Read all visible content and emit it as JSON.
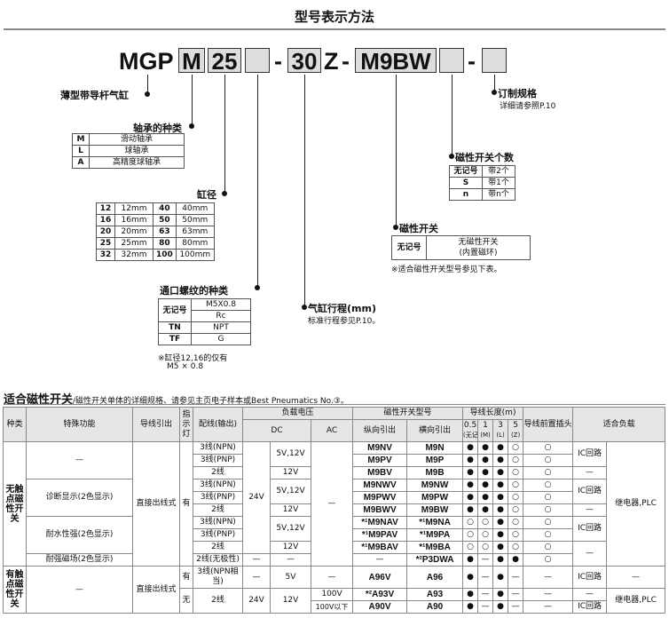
{
  "title": "型号表示方法",
  "code": {
    "prefix": "MGP",
    "bearing": "M",
    "bore": "25",
    "dash1": "-",
    "stroke": "30",
    "z": "Z",
    "dash2": "-",
    "switch": "M9BW",
    "dash3": "-"
  },
  "labels": {
    "series": "薄型带导杆气缸",
    "bearing_title": "轴承的种类",
    "bore_title": "缸径",
    "port_title": "通口螺纹的种类",
    "port_note1": "※缸径12,16的仅有",
    "port_note2": "M5 × 0.8",
    "stroke_title": "气缸行程(mm)",
    "stroke_note": "标准行程参见P.10。",
    "option_title": "订制规格",
    "option_note": "详细请参照P.10",
    "count_title": "磁性开关个数",
    "switch_title": "磁性开关",
    "switch_note": "※适合磁性开关型号参见下表。"
  },
  "bearing_table": [
    [
      "M",
      "滑动轴承"
    ],
    [
      "L",
      "球轴承"
    ],
    [
      "A",
      "高精度球轴承"
    ]
  ],
  "bore_table": [
    [
      "12",
      "12mm",
      "40",
      "40mm"
    ],
    [
      "16",
      "16mm",
      "50",
      "50mm"
    ],
    [
      "20",
      "20mm",
      "63",
      "63mm"
    ],
    [
      "25",
      "25mm",
      "80",
      "80mm"
    ],
    [
      "32",
      "32mm",
      "100",
      "100mm"
    ]
  ],
  "port_table": [
    [
      "无记号",
      "M5X0.8"
    ],
    [
      "",
      "Rc"
    ],
    [
      "TN",
      "NPT"
    ],
    [
      "TF",
      "G"
    ]
  ],
  "count_table": [
    [
      "无记号",
      "带2个"
    ],
    [
      "S",
      "带1个"
    ],
    [
      "n",
      "带n个"
    ]
  ],
  "switch_table": [
    [
      "无记号",
      "无磁性开关",
      "(内置磁环)"
    ]
  ],
  "section": {
    "title": "适合磁性开关",
    "subtitle": "/磁性开关单体的详细规格、请参见主页电子样本或Best Pneumatics No.③。"
  },
  "sw_header": {
    "type": "种类",
    "func": "特殊功能",
    "lead": "导线引出",
    "ind": "指示灯",
    "wiring": "配线(输出)",
    "voltage": "负载电压",
    "dc": "DC",
    "ac": "AC",
    "model": "磁性开关型号",
    "vertical": "纵向引出",
    "horizontal": "横向引出",
    "length": "导线长度(m)",
    "l05": "0.5",
    "l05s": "(无记号)",
    "l1": "1",
    "l1s": "(M)",
    "l3": "3",
    "l3s": "(L)",
    "l5": "5",
    "l5s": "(Z)",
    "connector": "导线前置插头",
    "load": "适合负载"
  },
  "sw_groups": {
    "solid": "无触点磁性开关",
    "reed": "有触点磁性开关",
    "diag": "诊断显示(2色显示)",
    "water": "耐水性强(2色显示)",
    "strong": "耐强磁场(2色显示)",
    "direct": "直接出线式",
    "yes": "有",
    "no": "无",
    "v24": "24V",
    "ic": "IC回路",
    "relay": "继电器,PLC",
    "dash": "—"
  },
  "sw_rows": [
    {
      "wiring": "3线(NPN)",
      "dc": "5V,12V",
      "v": "M9NV",
      "h": "M9N",
      "l": [
        "●",
        "●",
        "●",
        "○"
      ],
      "conn": "○"
    },
    {
      "wiring": "3线(PNP)",
      "dc": "",
      "v": "M9PV",
      "h": "M9P",
      "l": [
        "●",
        "●",
        "●",
        "○"
      ],
      "conn": "○"
    },
    {
      "wiring": "2线",
      "dc": "12V",
      "v": "M9BV",
      "h": "M9B",
      "l": [
        "●",
        "●",
        "●",
        "○"
      ],
      "conn": "○"
    },
    {
      "wiring": "3线(NPN)",
      "dc": "5V,12V",
      "v": "M9NWV",
      "h": "M9NW",
      "l": [
        "●",
        "●",
        "●",
        "○"
      ],
      "conn": "○"
    },
    {
      "wiring": "3线(PNP)",
      "dc": "",
      "v": "M9PWV",
      "h": "M9PW",
      "l": [
        "●",
        "●",
        "●",
        "○"
      ],
      "conn": "○"
    },
    {
      "wiring": "2线",
      "dc": "12V",
      "v": "M9BWV",
      "h": "M9BW",
      "l": [
        "●",
        "●",
        "●",
        "○"
      ],
      "conn": "○"
    },
    {
      "wiring": "3线(NPN)",
      "dc": "5V,12V",
      "v": "*¹M9NAV",
      "h": "*¹M9NA",
      "l": [
        "○",
        "○",
        "●",
        "○"
      ],
      "conn": "○"
    },
    {
      "wiring": "3线(PNP)",
      "dc": "",
      "v": "*¹M9PAV",
      "h": "*¹M9PA",
      "l": [
        "○",
        "○",
        "●",
        "○"
      ],
      "conn": "○"
    },
    {
      "wiring": "2线",
      "dc": "12V",
      "v": "*¹M9BAV",
      "h": "*¹M9BA",
      "l": [
        "○",
        "○",
        "●",
        "○"
      ],
      "conn": "○"
    },
    {
      "wiring": "2线(无极性)",
      "dc": "—",
      "v": "—",
      "h": "*²P3DWA",
      "l": [
        "●",
        "—",
        "●",
        "●"
      ],
      "conn": "○"
    }
  ],
  "reed_rows": [
    {
      "wiring": "3线(NPN相当)",
      "dc": "—",
      "dcv": "5V",
      "ac": "—",
      "v": "A96V",
      "h": "A96",
      "l": [
        "●",
        "—",
        "●",
        "—"
      ],
      "conn": "—",
      "load": "IC回路",
      "load2": "—"
    },
    {
      "wiring": "2线",
      "dc": "24V",
      "dcv": "12V",
      "ac": "100V",
      "v": "*²A93V",
      "h": "A93",
      "l": [
        "●",
        "—",
        "●",
        "—"
      ],
      "conn": "—",
      "load": "—",
      "load2": "继电器,PLC"
    },
    {
      "wiring": "2线",
      "dc": "24V",
      "dcv": "12V",
      "ac": "100V以下",
      "v": "A90V",
      "h": "A90",
      "l": [
        "●",
        "—",
        "●",
        "—"
      ],
      "conn": "—",
      "load": "IC回路",
      "load2": "PLC"
    }
  ]
}
